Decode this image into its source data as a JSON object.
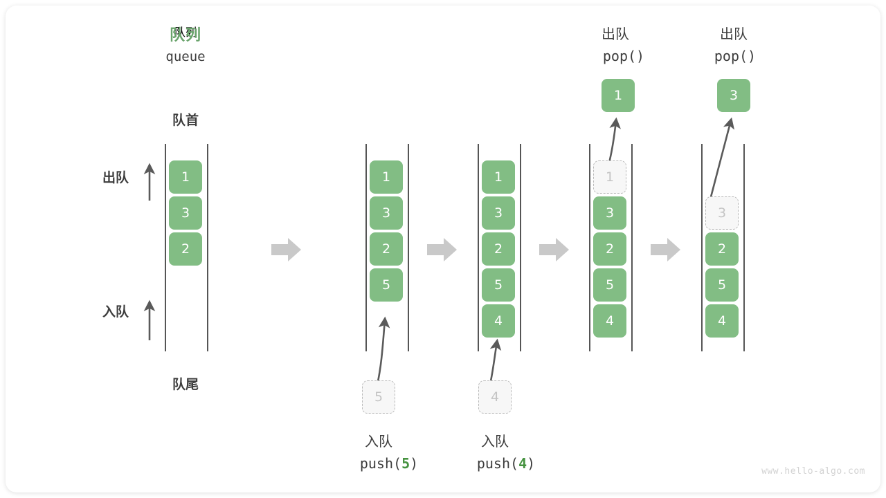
{
  "diagram": {
    "title_cn": "队列",
    "title_code": "queue",
    "front_label": "队首",
    "rear_label": "队尾",
    "side_labels": {
      "dequeue": "出队",
      "enqueue": "入队"
    },
    "watermark": "www.hello-algo.com",
    "colors": {
      "accent_green": "#82bd84",
      "title_green": "#69a36b",
      "code_green": "#45923f",
      "ghost_fill": "#f7f7f7",
      "ghost_border": "#b9b9b9",
      "rail": "#555555",
      "step_arrow": "#c9c9c9",
      "text": "#3d3d3d"
    },
    "step_arrow_icon": "right-arrow-icon",
    "columns": [
      {
        "id": "initial",
        "header_cn": "",
        "header_code": "",
        "cells": [
          {
            "value": "1",
            "state": "filled"
          },
          {
            "value": "3",
            "state": "filled"
          },
          {
            "value": "2",
            "state": "filled"
          }
        ],
        "caption_cn": "",
        "caption_code": "",
        "caption_code_arg": "",
        "float_cell": null
      },
      {
        "id": "after-push-5",
        "header_cn": "",
        "header_code": "",
        "cells": [
          {
            "value": "1",
            "state": "filled"
          },
          {
            "value": "3",
            "state": "filled"
          },
          {
            "value": "2",
            "state": "filled"
          },
          {
            "value": "5",
            "state": "filled"
          }
        ],
        "caption_cn": "入队",
        "caption_code_pre": "push(",
        "caption_code_arg": "5",
        "caption_code_post": ")",
        "float_cell": {
          "value": "5",
          "state": "ghost"
        }
      },
      {
        "id": "after-push-4",
        "header_cn": "",
        "header_code": "",
        "cells": [
          {
            "value": "1",
            "state": "filled"
          },
          {
            "value": "3",
            "state": "filled"
          },
          {
            "value": "2",
            "state": "filled"
          },
          {
            "value": "5",
            "state": "filled"
          },
          {
            "value": "4",
            "state": "filled"
          }
        ],
        "caption_cn": "入队",
        "caption_code_pre": "push(",
        "caption_code_arg": "4",
        "caption_code_post": ")",
        "float_cell": {
          "value": "4",
          "state": "ghost"
        }
      },
      {
        "id": "after-pop-1",
        "header_cn": "出队",
        "header_code": "pop()",
        "cells": [
          {
            "value": "1",
            "state": "ghost"
          },
          {
            "value": "3",
            "state": "filled"
          },
          {
            "value": "2",
            "state": "filled"
          },
          {
            "value": "5",
            "state": "filled"
          },
          {
            "value": "4",
            "state": "filled"
          }
        ],
        "popped_cell": {
          "value": "1",
          "state": "filled"
        }
      },
      {
        "id": "after-pop-3",
        "header_cn": "出队",
        "header_code": "pop()",
        "cells": [
          {
            "value": "",
            "state": "empty"
          },
          {
            "value": "3",
            "state": "ghost"
          },
          {
            "value": "2",
            "state": "filled"
          },
          {
            "value": "5",
            "state": "filled"
          },
          {
            "value": "4",
            "state": "filled"
          }
        ],
        "popped_cell": {
          "value": "3",
          "state": "filled"
        }
      }
    ]
  }
}
